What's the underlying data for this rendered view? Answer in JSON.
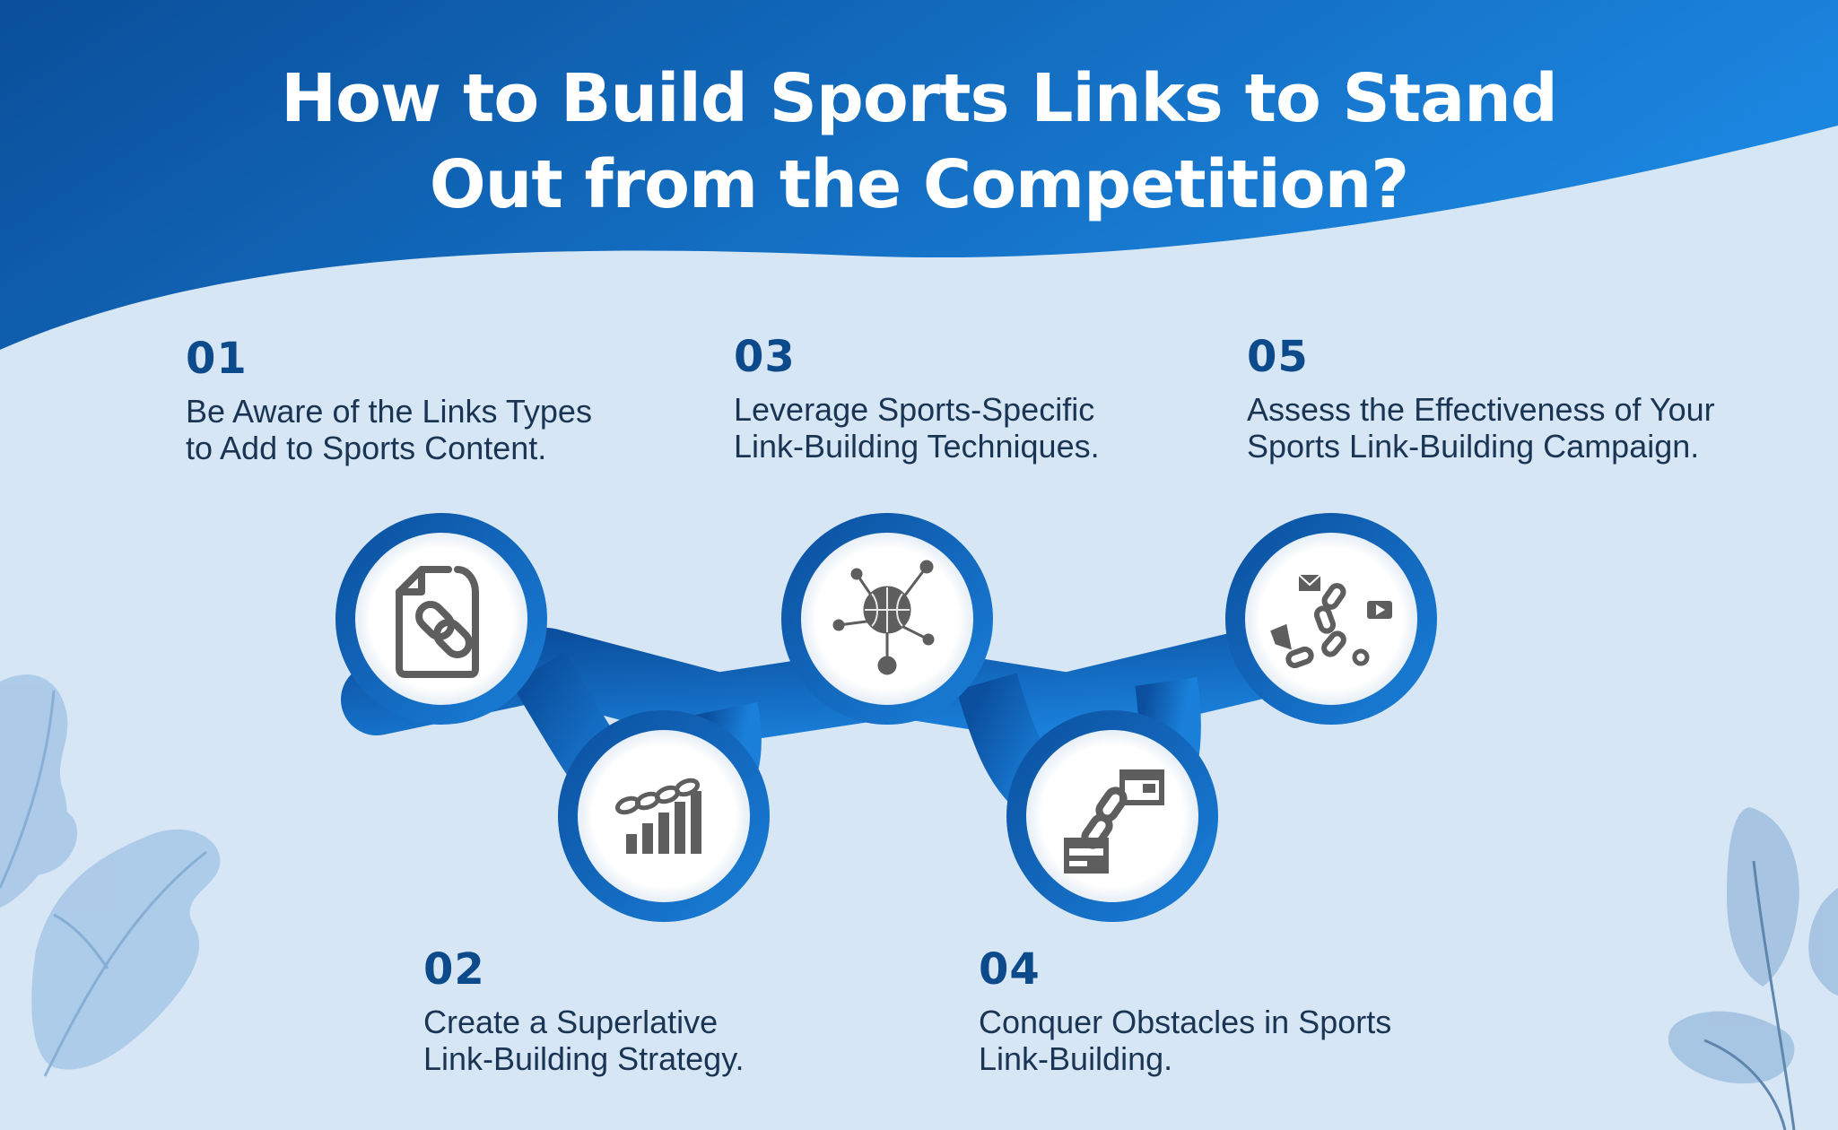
{
  "title": {
    "line1": "How to Build Sports Links to Stand",
    "line2": "Out from the Competition?"
  },
  "steps": [
    {
      "number": "01",
      "line1": "Be Aware of the Links Types",
      "line2": "to Add to Sports Content.",
      "icon": "document-link-icon"
    },
    {
      "number": "02",
      "line1": "Create a Superlative",
      "line2": "Link-Building Strategy.",
      "icon": "chain-bar-chart-icon"
    },
    {
      "number": "03",
      "line1": "Leverage Sports-Specific",
      "line2": "Link-Building Techniques.",
      "icon": "basketball-network-icon"
    },
    {
      "number": "04",
      "line1": "Conquer Obstacles in Sports",
      "line2": "Link-Building.",
      "icon": "broken-link-cards-icon"
    },
    {
      "number": "05",
      "line1": "Assess the Effectiveness of Your",
      "line2": "Sports Link-Building Campaign.",
      "icon": "chain-media-icon"
    }
  ],
  "colors": {
    "background": "#d6e6f4",
    "header_dark": "#0a4f9a",
    "header_light": "#1b86e0",
    "number_text": "#0d4a8c",
    "body_text": "#1a3554",
    "icon_gray": "#5e5e5e",
    "leaf": "#a9c9e8"
  }
}
